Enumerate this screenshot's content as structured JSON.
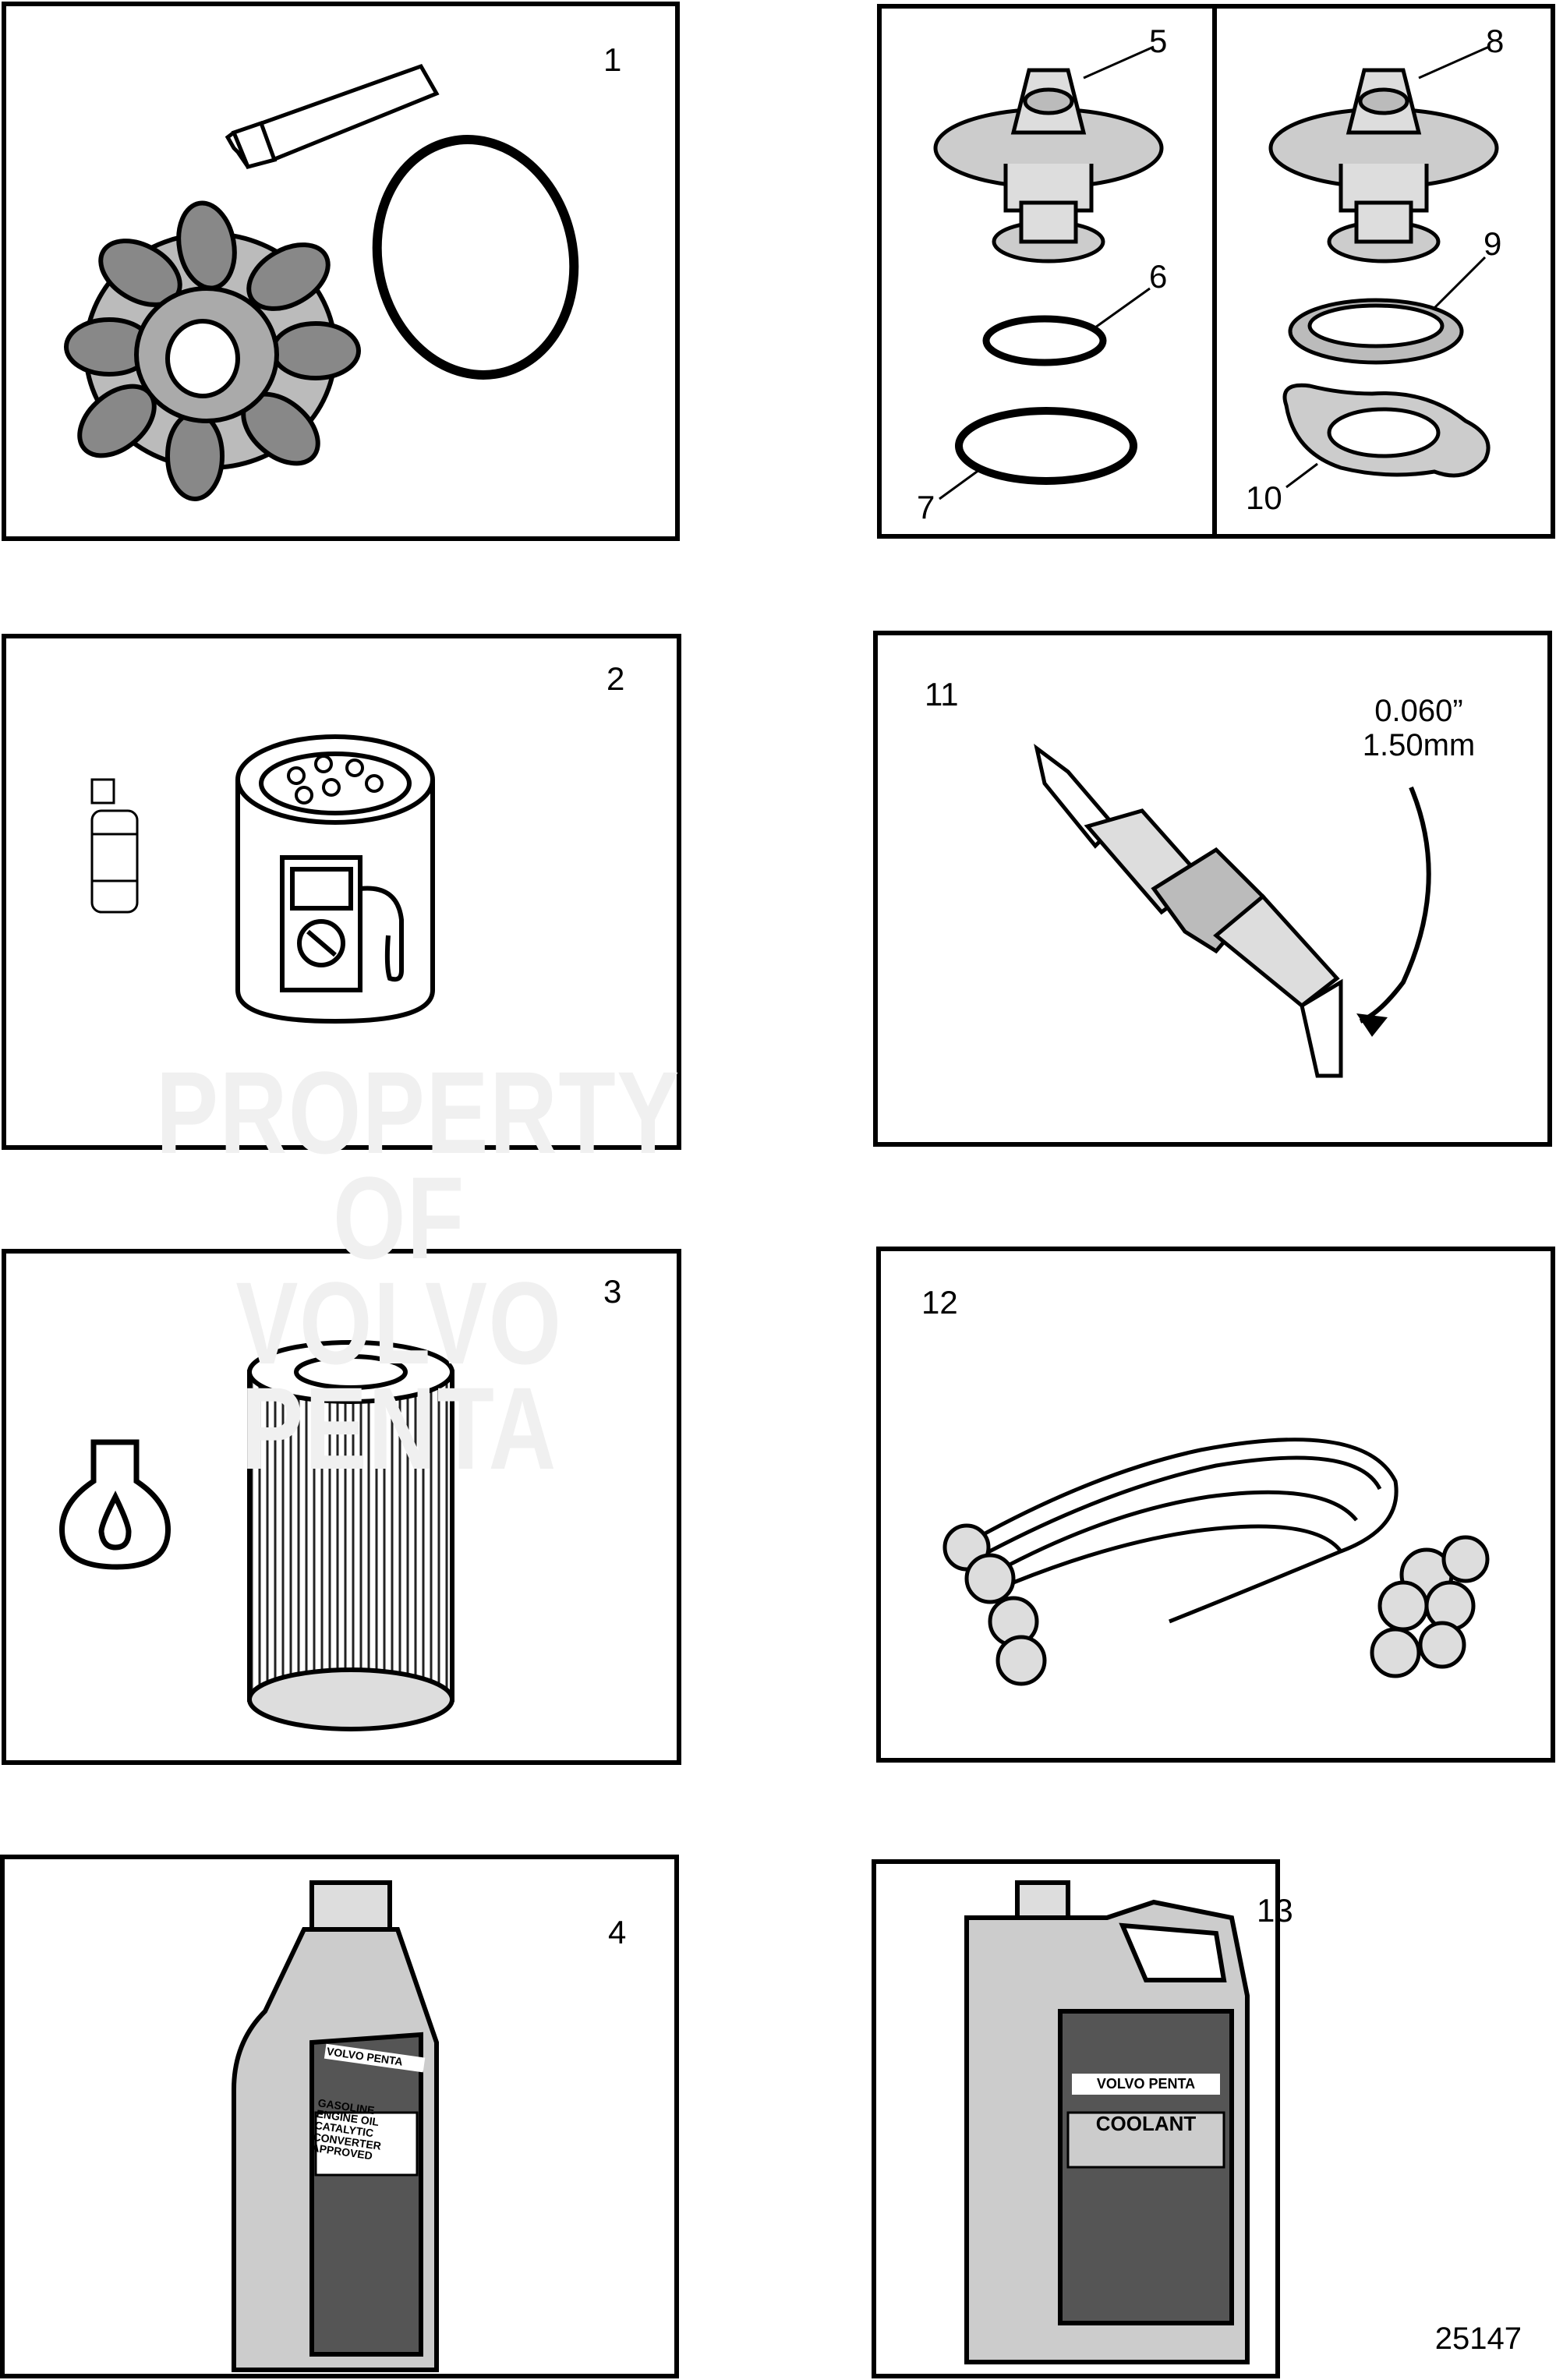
{
  "watermark": {
    "line1": "PROPERTY OF",
    "line2": "VOLVO PENTA"
  },
  "panels": {
    "p1": {
      "label": "1"
    },
    "p2": {
      "label": "2"
    },
    "p3": {
      "label": "3"
    },
    "p4": {
      "label": "4"
    },
    "p5": {
      "labels": [
        "5",
        "6",
        "7"
      ]
    },
    "p8": {
      "labels": [
        "8",
        "9",
        "10"
      ]
    },
    "p11": {
      "label": "11",
      "gap_in": "0.060”",
      "gap_mm": "1.50mm"
    },
    "p12": {
      "label": "12"
    },
    "p13": {
      "label": "13"
    }
  },
  "bottle_oil": {
    "brand": "VOLVO PENTA",
    "line1": "GASOLINE ENGINE OIL",
    "line2": "CATALYTIC",
    "line3": "CONVERTER",
    "line4": "APPROVED"
  },
  "jug_coolant": {
    "brand": "VOLVO PENTA",
    "product": "COOLANT"
  },
  "docnum": "25147"
}
